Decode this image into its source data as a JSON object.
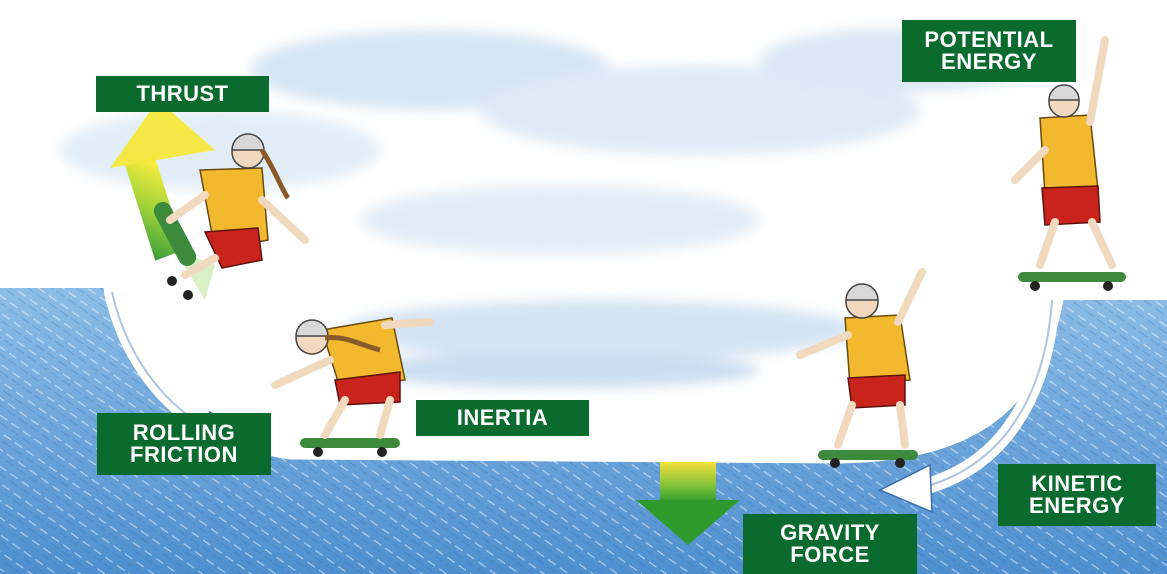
{
  "labels": {
    "thrust": "THRUST",
    "potential_energy": [
      "POTENTIAL",
      "ENERGY"
    ],
    "rolling_friction": [
      "ROLLING",
      "FRICTION"
    ],
    "inertia": "INERTIA",
    "kinetic_energy": [
      "KINETIC",
      "ENERGY"
    ],
    "gravity_force": [
      "GRAVITY",
      "FORCE"
    ]
  },
  "colors": {
    "label_bg": "#0b6b2e",
    "ramp": "#6fa8d8",
    "sky": "#cfe2f3",
    "shirt": "#f2b82e",
    "shorts": "#c8241c",
    "arrow_green": "#2e9a2e",
    "arrow_yellow": "#f4e03a"
  },
  "figures": {
    "skaters": [
      "skater-thrust",
      "skater-inertia",
      "skater-kinetic",
      "skater-potential"
    ]
  }
}
